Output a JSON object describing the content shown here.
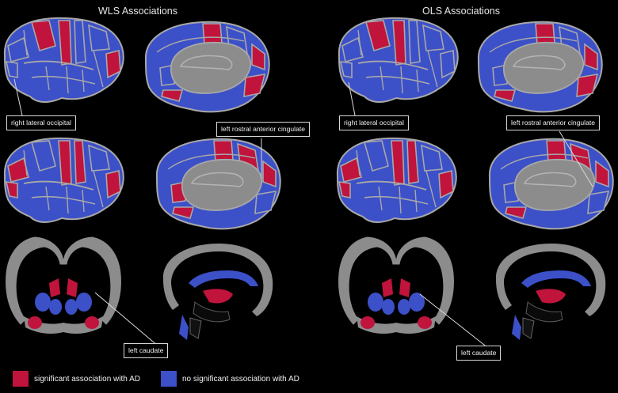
{
  "colors": {
    "significant": "#c0143c",
    "not_significant": "#3c50c8",
    "cortex_gray": "#8c8c8c",
    "outline": "#a8a8a8",
    "background": "#000000"
  },
  "panels": [
    {
      "title": "WLS Associations"
    },
    {
      "title": "OLS Associations"
    }
  ],
  "callouts": {
    "right_lateral_occipital": "right lateral occipital",
    "left_rostral_anterior_cingulate": "left rostral anterior cingulate",
    "left_caudate": "left caudate"
  },
  "legend": [
    {
      "label": "significant association with AD",
      "color": "#c0143c"
    },
    {
      "label": "no significant association with AD",
      "color": "#3c50c8"
    }
  ]
}
